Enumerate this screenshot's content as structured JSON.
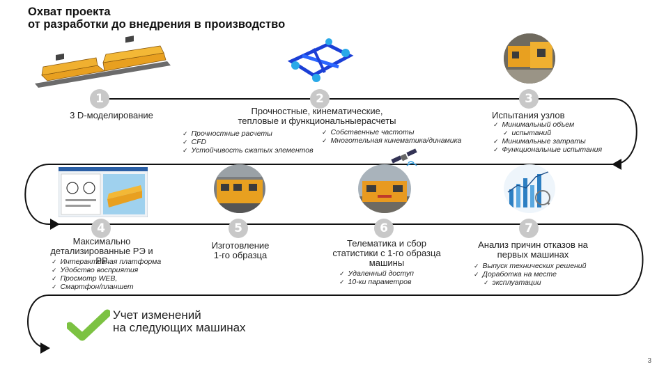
{
  "title": {
    "line1": "Охват проекта",
    "line2": "от разработки до внедрения в производство"
  },
  "steps": [
    {
      "num": "1",
      "label": "3 D-моделирование",
      "image": "train-3d-model"
    },
    {
      "num": "2",
      "label_lines": [
        "Прочностные, кинематические,",
        "тепловые и функциональныерасчеты"
      ],
      "image": "bogie-fem-model",
      "items_left": [
        "Прочностные расчеты",
        "CFD",
        "Устойчивость сжатых элементов"
      ],
      "items_right": [
        "Собственные частоты",
        "Многотельная кинематика/динамика"
      ]
    },
    {
      "num": "3",
      "label": "Испытания узлов",
      "image": "unit-testing-photo",
      "items": [
        "Минимальный объем",
        "испытаний",
        "Минимальные затраты",
        "Функциональные испытания"
      ]
    },
    {
      "num": "4",
      "label_lines": [
        "Максимально",
        "детализированные РЭ и РР"
      ],
      "image": "documentation-screens",
      "items": [
        "Интерактивная платформа",
        "Удобство восприятия",
        "Просмотр WEB,",
        "Смартфон/планшет"
      ]
    },
    {
      "num": "5",
      "label_lines": [
        "Изготовление",
        "1-го образца"
      ],
      "image": "first-sample-photo"
    },
    {
      "num": "6",
      "label_lines": [
        "Телематика и сбор",
        "статистики с 1-го образца",
        "машины"
      ],
      "image": "telematics-photo",
      "items": [
        "Удаленный доступ",
        "10-ки параметров"
      ]
    },
    {
      "num": "7",
      "label_lines": [
        "Анализ причин отказов на",
        "первых машинах"
      ],
      "image": "analytics-charts",
      "items": [
        "Выпуск технических решений",
        "Доработка на месте",
        "эксплуатации"
      ]
    }
  ],
  "final": {
    "line1": "Учет изменений",
    "line2": "на следующих машинах"
  },
  "page_number": "3",
  "colors": {
    "flow_line": "#111111",
    "circle": "#c8c8c8",
    "check": "#7cc242",
    "machine": "#e8a020"
  }
}
